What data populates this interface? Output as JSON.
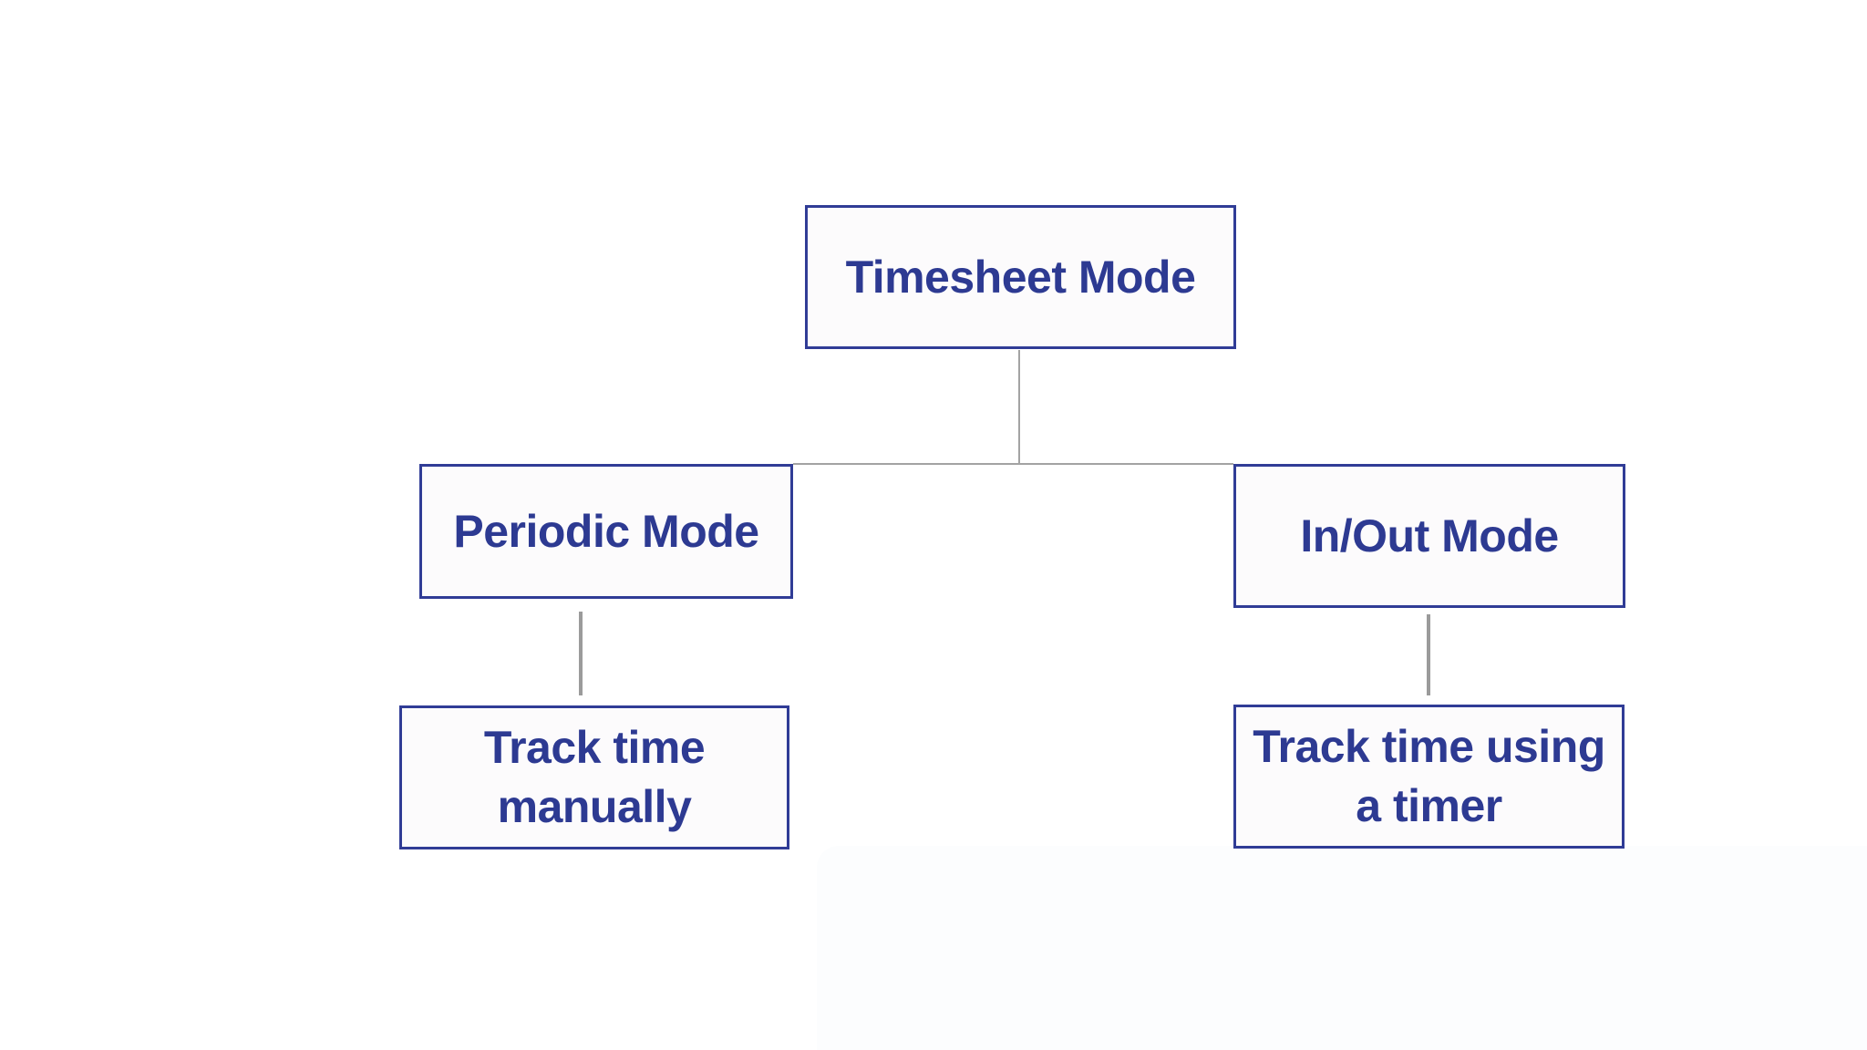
{
  "diagram": {
    "nodes": {
      "root": {
        "label": "Timesheet Mode"
      },
      "left_mode": {
        "label": "Periodic Mode"
      },
      "right_mode": {
        "label": "In/Out Mode"
      },
      "left_child": {
        "label": "Track time manually"
      },
      "right_child": {
        "label": "Track time using a timer"
      }
    },
    "structure": {
      "root_children": [
        "Periodic Mode",
        "In/Out Mode"
      ],
      "periodic_child": "Track time manually",
      "inout_child": "Track time using a timer"
    },
    "colors": {
      "background": "#ffffff",
      "node_border": "#303c96",
      "node_text": "#2d3a92",
      "node_fill": "#fcfbfc",
      "connector": "#a3a3a3",
      "connector_stub": "#9b9b9b",
      "bottom_panel_tint": "#fcfdfe"
    }
  }
}
